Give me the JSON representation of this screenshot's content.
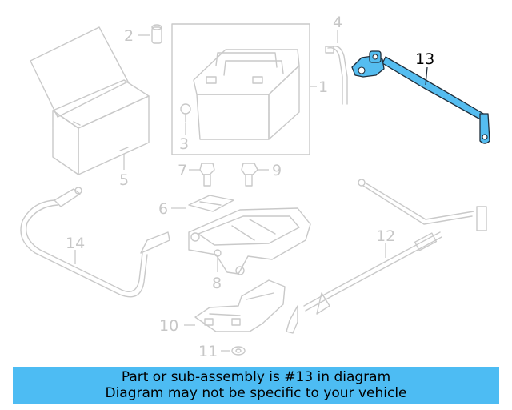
{
  "diagram": {
    "highlighted_part": "13",
    "highlight_color": "#4dbcf3",
    "part_numbers": {
      "p1": "1",
      "p2": "2",
      "p3": "3",
      "p4": "4",
      "p5": "5",
      "p6": "6",
      "p7": "7",
      "p8": "8",
      "p9": "9",
      "p10": "10",
      "p11": "11",
      "p12": "12",
      "p13": "13",
      "p14": "14"
    }
  },
  "banner": {
    "line1": "Part or sub-assembly is #13 in diagram",
    "line2": "Diagram may not be specific to your vehicle",
    "background": "#4dbcf3"
  }
}
